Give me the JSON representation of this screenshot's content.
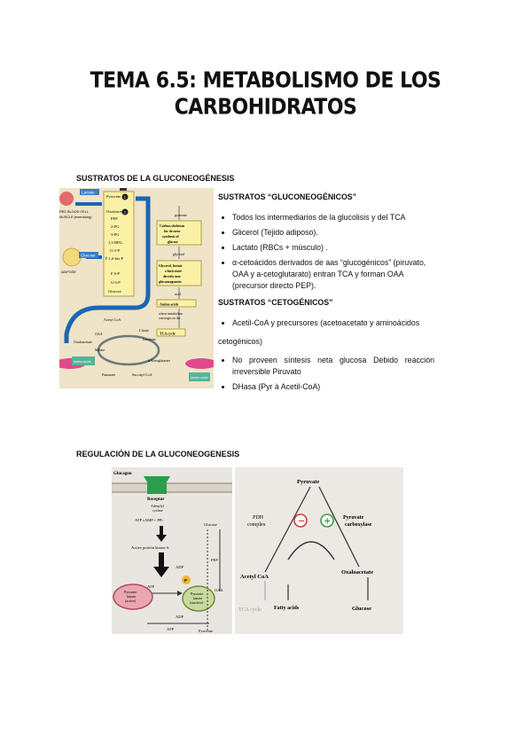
{
  "title": {
    "line1": "TEMA 6.5: METABOLISMO DE LOS",
    "line2": "CARBOHIDRATOS"
  },
  "section1": {
    "heading": "SUSTRATOS DE LA GLUCONEOGÉNESIS",
    "figure_labels": {
      "pyruvate": "Pyruvate",
      "oxaloacetate": "Oxaloacetate",
      "pep": "PEP",
      "two_pg": "2-PG",
      "three_pg": "3-PG",
      "bpg": "1,3-BPG",
      "g3p": "G-3-P",
      "f16bis": "F 1,6-bis-P",
      "f6p": "F 6-P",
      "g6p": "G 6-P",
      "glucose": "Glucose",
      "lactate": "Lactate",
      "red_blood_cell": "RED BLOOD CELL",
      "muscle": "MUSCLE (exercising)",
      "adipose": "ADIPOSE",
      "glucose_badge": "Glucose",
      "pyruvate_small": "pyruvate",
      "box1": [
        "Carbon skeletons",
        "for de novo",
        "synthesis of",
        "glucose"
      ],
      "glycerol_small": "glycerol",
      "box2": [
        "Glycerol, lactate",
        "which enter",
        "directly into",
        "gluconeogenesis"
      ],
      "acid": "acid",
      "amino_acids": "Amino acids",
      "whose": [
        "whose metabolism",
        "converges on the"
      ],
      "tca_cycle": "TCA cycle",
      "acetyl_coa": "Acetyl CoA",
      "oaa": "OAA",
      "citrate": "Citrate",
      "isocitrate": "Isocitrate",
      "oxaloacetate_small": "Oxaloacetate",
      "malate": "Malate",
      "fumarate": "Fumarate",
      "alpha_kg": "α-Ketoglutarate",
      "succinyl": "Succinyl CoA",
      "amino_acid_badge": "Amino acids",
      "step1": "1",
      "step2": "2"
    },
    "sub1": "SUSTRATOS “GLUCONEOGÉNICOS”",
    "bullets1": [
      "Todos los intermediarios de la glucolisis y del TCA",
      "Glicerol (Tejido adiposo).",
      "Lactato (RBCs + músculo) .",
      "α-cetoácidos derivados de aas “glucogénicos” (piruvato, OAA y a-cetoglutarato) entran TCA y forman OAA (precursor directo PEP)."
    ],
    "sub2": "SUSTRATOS “CETOGÉNICOS”",
    "bullet2_1": "Acetil-CoA y precursores (acetoacetato y aminoácidos",
    "bullet2_1_cont": "cetogénicos)",
    "bullet2_2": "No proveen síntesis neta glucosa Debido reacción irreversible Piruvato",
    "bullet2_3": "DHasa (Pyr à Acetil-CoA)"
  },
  "section2": {
    "heading": "REGULACIÓN DE LA GLUCONEOGENESIS",
    "fig_left": {
      "glucagon": "Glucagon",
      "receptor": "Receptor",
      "adenylyl": [
        "Adenylyl",
        "cyclase"
      ],
      "atp_camp": "ATP   cAMP + PPi",
      "pka": "Active protein kinase A",
      "glucose": "Glucose",
      "pep": "PEP",
      "adp": "ADP",
      "atp": "ATP",
      "p": "P",
      "pk_active": [
        "Pyruvate",
        "kinase",
        "(active)"
      ],
      "pk_inactive": [
        "Pyruvate",
        "kinase",
        "(inactive)"
      ],
      "oaa": "OAA",
      "atp2": "ATP",
      "adp2": "ADP",
      "pyruvate": "Pyruvate"
    },
    "fig_right": {
      "pyruvate": "Pyruvate",
      "pdh": [
        "PDH",
        "complex"
      ],
      "pc": [
        "Pyruvate",
        "carboxylase"
      ],
      "minus": "−",
      "plus": "+",
      "acetyl_coa": "Acetyl CoA",
      "oxaloacetate": "Oxaloacetate",
      "tca": "TCA cycle",
      "fatty_acids": "Fatty acids",
      "glucose": "Glucose"
    }
  },
  "colors": {
    "fig1_bg": "#efe3c8",
    "box_yellow": "#fbf1a6",
    "blue_arrow": "#1a66b5",
    "pink": "#e04a8c",
    "teal": "#56b49a",
    "fig_gray_bg": "#e9e6e1",
    "minus_red": "#d04040",
    "plus_green": "#3e9b4c",
    "receptor_green": "#2d9c4f"
  }
}
